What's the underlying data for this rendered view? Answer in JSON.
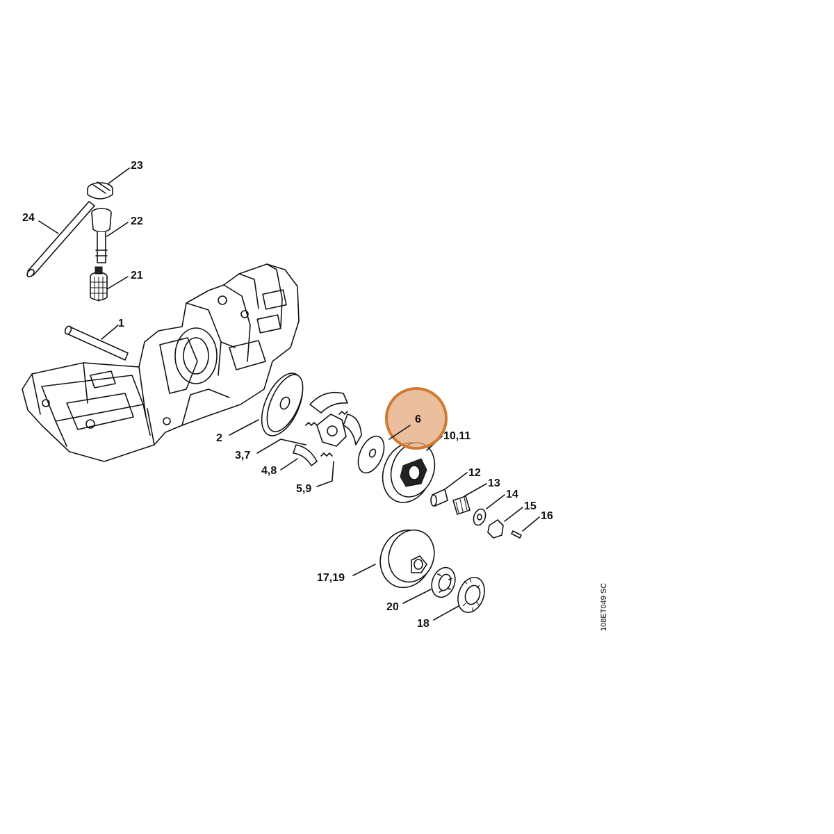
{
  "diagram": {
    "highlight_color": "#e3a679",
    "highlight_stroke": "#cf7a30",
    "drawing_code": "108ET049 SC",
    "labels": {
      "p1": "1",
      "p2": "2",
      "p3_7": "3,7",
      "p4_8": "4,8",
      "p5_9": "5,9",
      "p6": "6",
      "p10_11": "10,11",
      "p12": "12",
      "p13": "13",
      "p14": "14",
      "p15": "15",
      "p16": "16",
      "p17_19": "17,19",
      "p18": "18",
      "p20": "20",
      "p21": "21",
      "p22": "22",
      "p23": "23",
      "p24": "24"
    }
  }
}
